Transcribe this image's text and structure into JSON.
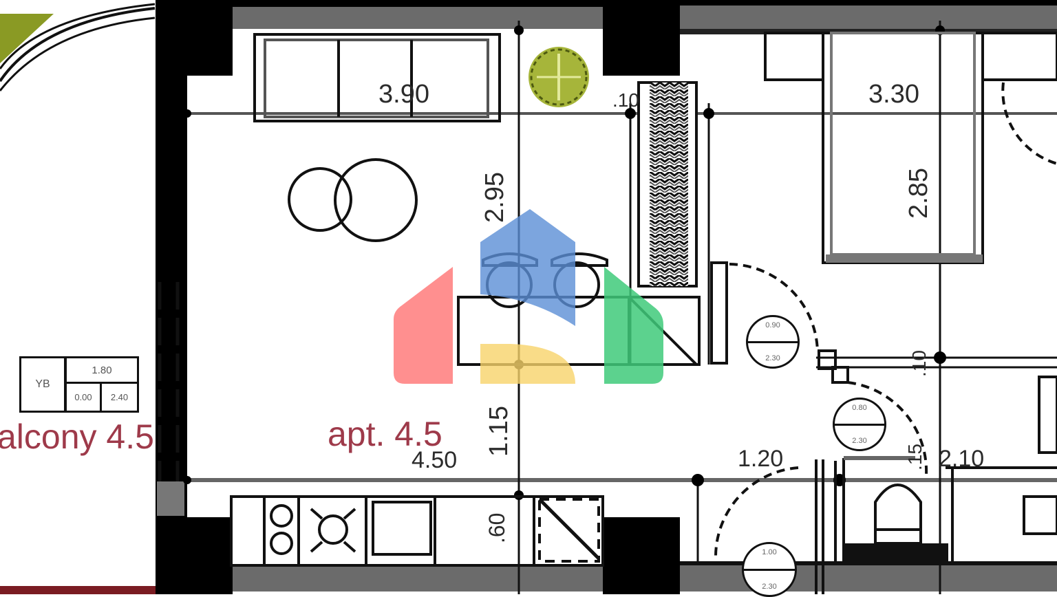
{
  "plan": {
    "apartment_label": "apt. 4.5",
    "balcony_label": "alcony 4.5",
    "dimensions": {
      "living_width_top": "3.90",
      "bedroom_width_top": "3.30",
      "living_height": "2.95",
      "bedroom_height": "2.85",
      "living_lower_height": "1.15",
      "living_width_bottom": "4.50",
      "hall_width": "1.20",
      "bath_width": "2.10",
      "kitchen_depth": ".60",
      "wall_gap_top": ".10",
      "wall_gap_mid": ".10",
      "bath_gap": ".15"
    },
    "window_tag": {
      "code": "YB",
      "width": "1.80",
      "sill": "0.00",
      "height": "2.40"
    },
    "door_tags": [
      {
        "name": "door-tag-bedroom",
        "width": "0.90",
        "height": "2.30"
      },
      {
        "name": "door-tag-bathroom",
        "width": "0.80",
        "height": "2.30"
      },
      {
        "name": "door-tag-entrance",
        "width": "1.00",
        "height": "2.30"
      }
    ]
  },
  "colors": {
    "wall": "#000000",
    "wall_gray": "#6b6b6b",
    "room_label": "#9e3a4a",
    "plant": "#a6b53a",
    "balcony_rail": "#8a9a24",
    "bottom_band": "#7a1c22",
    "logo_red": "#ff7b7b",
    "logo_blue": "#5b8fd6",
    "logo_yellow": "#f7d36a",
    "logo_green": "#3fca7a"
  },
  "watermark": {
    "icon": "house-logo-icon"
  }
}
